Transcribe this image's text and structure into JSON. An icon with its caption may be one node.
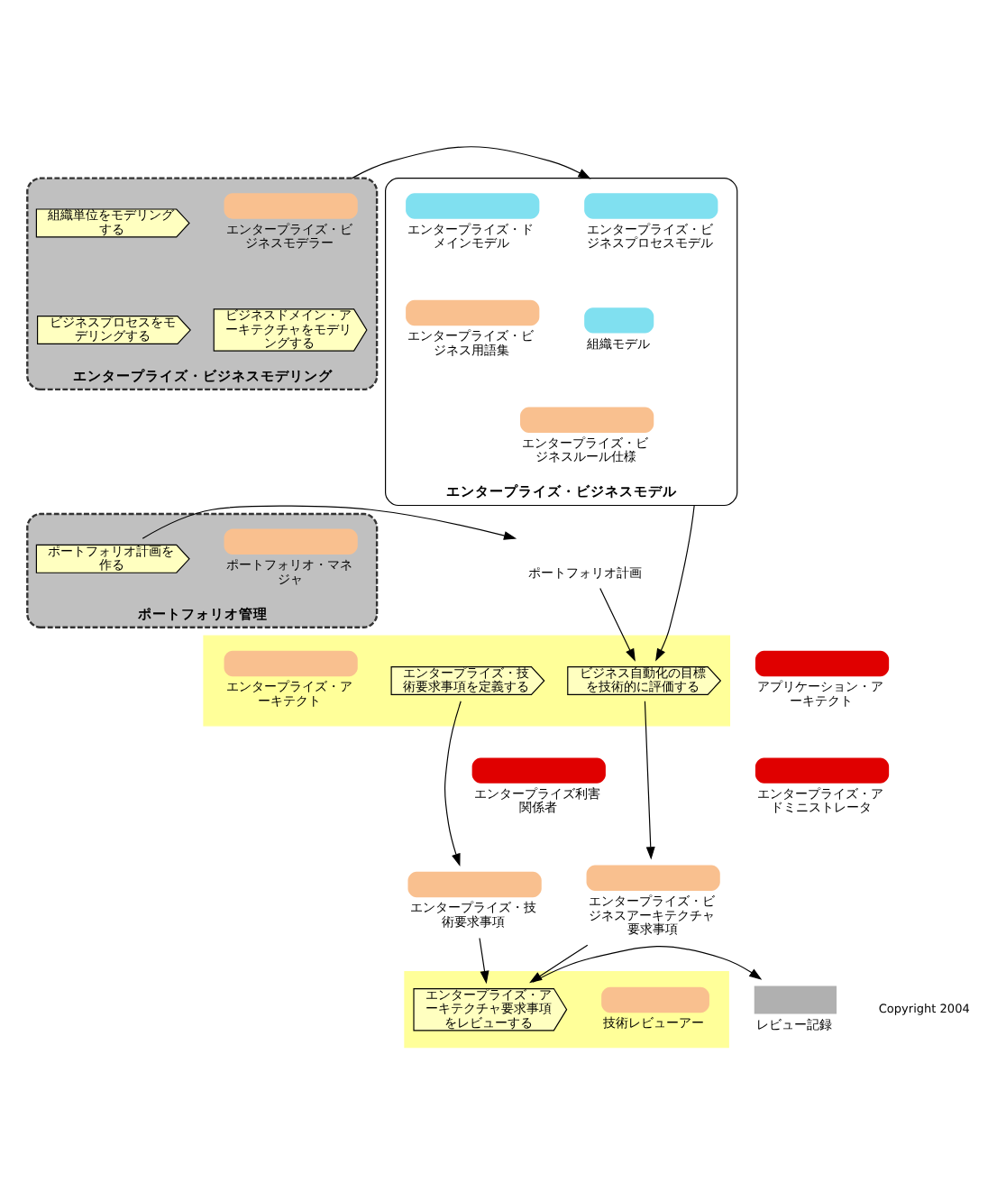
{
  "diagram": {
    "nodes": [
      {
        "text": [
          "エンタープライズ・ビジネスモデリング"
        ]
      },
      {
        "text": [
          "エンタープライズ・ビジネスモデラー"
        ],
        "in": 0
      },
      {
        "text": [
          "組織単位をモデリングする"
        ],
        "in": 0
      },
      {
        "text": [
          "ビジネスドメイン・アーキテクチャをモデリングする"
        ],
        "in": 0
      },
      {
        "text": [
          "ビジネスプロセスをモデリングする"
        ],
        "in": 0
      },
      {
        "text": [
          "エンタープライズ・ビジネスモデル"
        ]
      },
      {
        "text": [
          "エンタープライズ・ビジネスプロセスモデル"
        ],
        "in": 5
      },
      {
        "text": [
          "エンタープライズ・ドメインモデル"
        ],
        "in": 5
      },
      {
        "text": [
          "組織モデル"
        ],
        "in": 5
      },
      {
        "text": [
          "エンタープライズ・ビジネス用語集"
        ],
        "in": 5
      },
      {
        "text": [
          "エンタープライズ・ビジネスルール仕様"
        ],
        "in": 5
      },
      {
        "text": [
          "ポートフォリオ管理"
        ]
      },
      {
        "text": [
          "ポートフォリオ・マネジャ"
        ],
        "in": 11
      },
      {
        "text": [
          "ポートフォリオ計画を作る"
        ],
        "in": 11
      },
      {
        "text": [
          "ポートフォリオ計画"
        ]
      },
      {
        "text": [
          "アプリケーション・アーキテクト"
        ]
      },
      {
        "text": [
          "エンタープライズ・アドミニストレータ"
        ]
      },
      {
        "text": [
          "エンタープライズ利害関係者"
        ]
      },
      {
        "text": [],
        "shape": "box"
      },
      {
        "text": [
          "エンタープライズ・アーキテクト"
        ],
        "in": 18
      },
      {
        "text": [
          "エンタープライズ・技術要求事項を定義する"
        ],
        "in": 18
      },
      {
        "text": [
          "ビジネス自動化の目標を技術的に評価する"
        ],
        "in": 18
      },
      {
        "text": [
          "エンタープライズ・技術要求事項"
        ]
      },
      {
        "text": [
          "エンタープライズ・ビジネスアーキテクチャ要求事項"
        ]
      },
      {
        "text": [],
        "shape": "box"
      },
      {
        "text": [
          "技術レビューアー"
        ],
        "in": 24
      },
      {
        "text": [
          "エンタープライズ・アーキテクチャ要求事項をレビューする"
        ],
        "in": 24
      },
      {
        "text": [
          "レビュー記録"
        ]
      }
    ],
    "edges": [
      {
        "from": 0,
        "to": 5,
        "arrow": "to"
      },
      {
        "from": 13,
        "to": 14,
        "arrow": "to"
      },
      {
        "from": 14,
        "to": 21,
        "arrow": "to"
      },
      {
        "from": 5,
        "to": 21,
        "arrow": "to"
      },
      {
        "from": 20,
        "to": 22,
        "arrow": "to"
      },
      {
        "from": 21,
        "to": 23,
        "arrow": "to"
      },
      {
        "from": 22,
        "to": 26,
        "arrow": "to"
      },
      {
        "from": 23,
        "to": 26,
        "arrow": "to"
      },
      {
        "from": 26,
        "to": 27,
        "arrow": "to"
      }
    ],
    "labels": [
      "Copyright 2004"
    ]
  }
}
